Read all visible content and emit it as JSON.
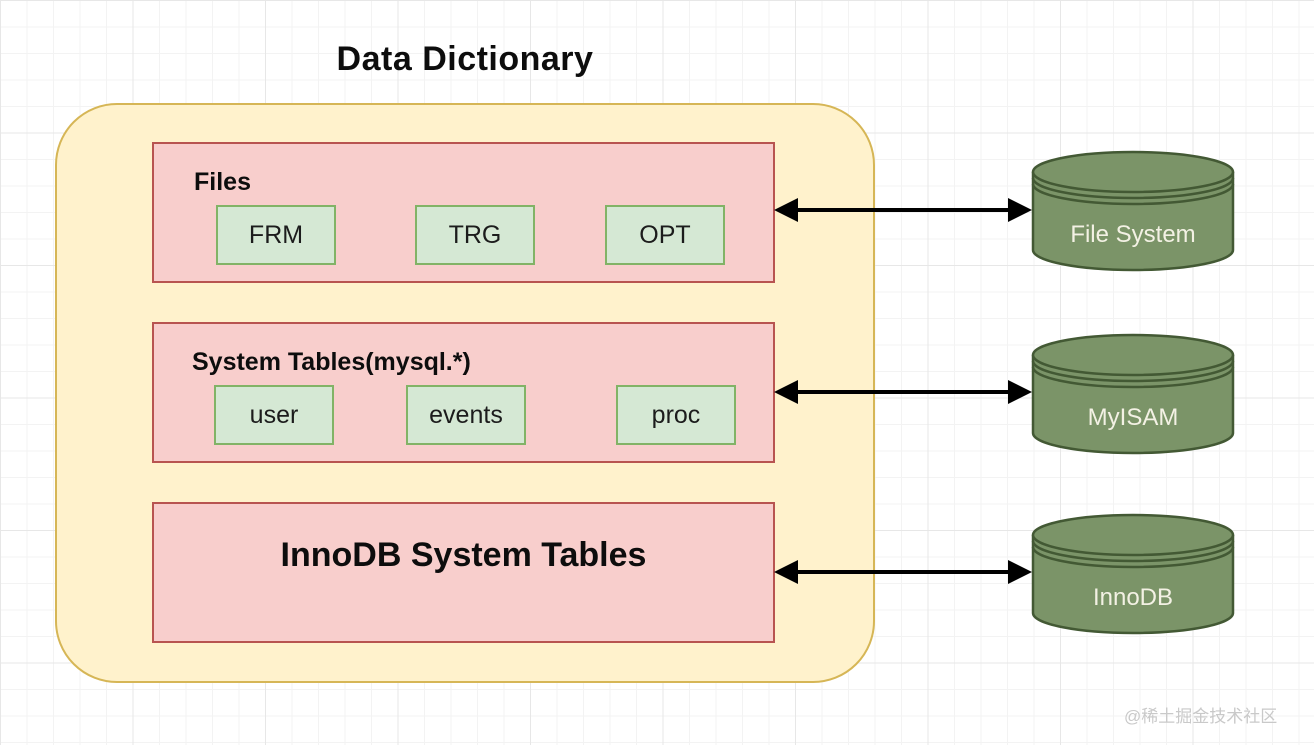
{
  "title": "Data Dictionary",
  "watermark": "@稀土掘金技术社区",
  "colors": {
    "container_fill": "#fff2cc",
    "container_stroke": "#d6b656",
    "section_fill": "#f8cecc",
    "section_stroke": "#b85450",
    "item_fill": "#d5e8d4",
    "item_stroke": "#82b366",
    "cylinder_fill": "#7b9468",
    "cylinder_stroke": "#435934",
    "cylinder_text": "#f3f1e4",
    "arrow": "#000000",
    "grid_line": "#f3f3f3"
  },
  "container": {
    "sections": [
      {
        "label": "Files",
        "items": [
          "FRM",
          "TRG",
          "OPT"
        ]
      },
      {
        "label": "System Tables(mysql.*)",
        "items": [
          "user",
          "events",
          "proc"
        ]
      },
      {
        "label": "InnoDB System Tables",
        "items": []
      }
    ]
  },
  "stores": [
    {
      "label": "File System"
    },
    {
      "label": "MyISAM"
    },
    {
      "label": "InnoDB"
    }
  ],
  "connections": [
    {
      "from": "Files",
      "to": "File System",
      "type": "double-arrow"
    },
    {
      "from": "System Tables(mysql.*)",
      "to": "MyISAM",
      "type": "double-arrow"
    },
    {
      "from": "InnoDB System Tables",
      "to": "InnoDB",
      "type": "double-arrow"
    }
  ]
}
